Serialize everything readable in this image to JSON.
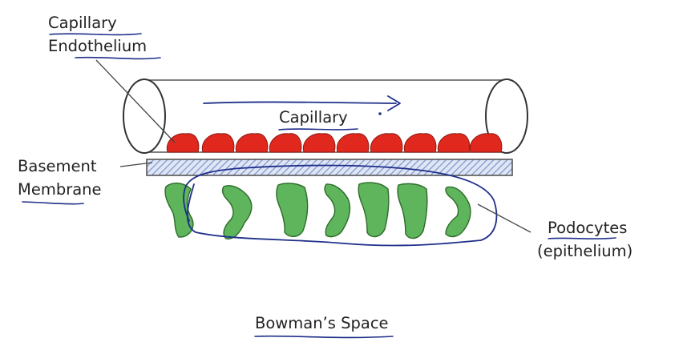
{
  "labels": {
    "capillary_endothelium_line1": "Capillary",
    "capillary_endothelium_line2": "Endothelium",
    "capillary": "Capillary",
    "basement_line1": "Basement",
    "basement_line2": "Membrane",
    "podocytes_line1": "Podocytes",
    "podocytes_line2": "(epithelium)",
    "bowmans_space": "Bowman’s Space"
  },
  "colors": {
    "endothelium": "#e0281e",
    "podocyte": "#5fb55c",
    "podocyte_outline": "#2c6b2a",
    "ink": "#1f2f8a",
    "membrane_hatch": "#7e93c9",
    "outline": "#444444"
  },
  "icons": {
    "flow_arrow": "right-arrow-icon"
  }
}
